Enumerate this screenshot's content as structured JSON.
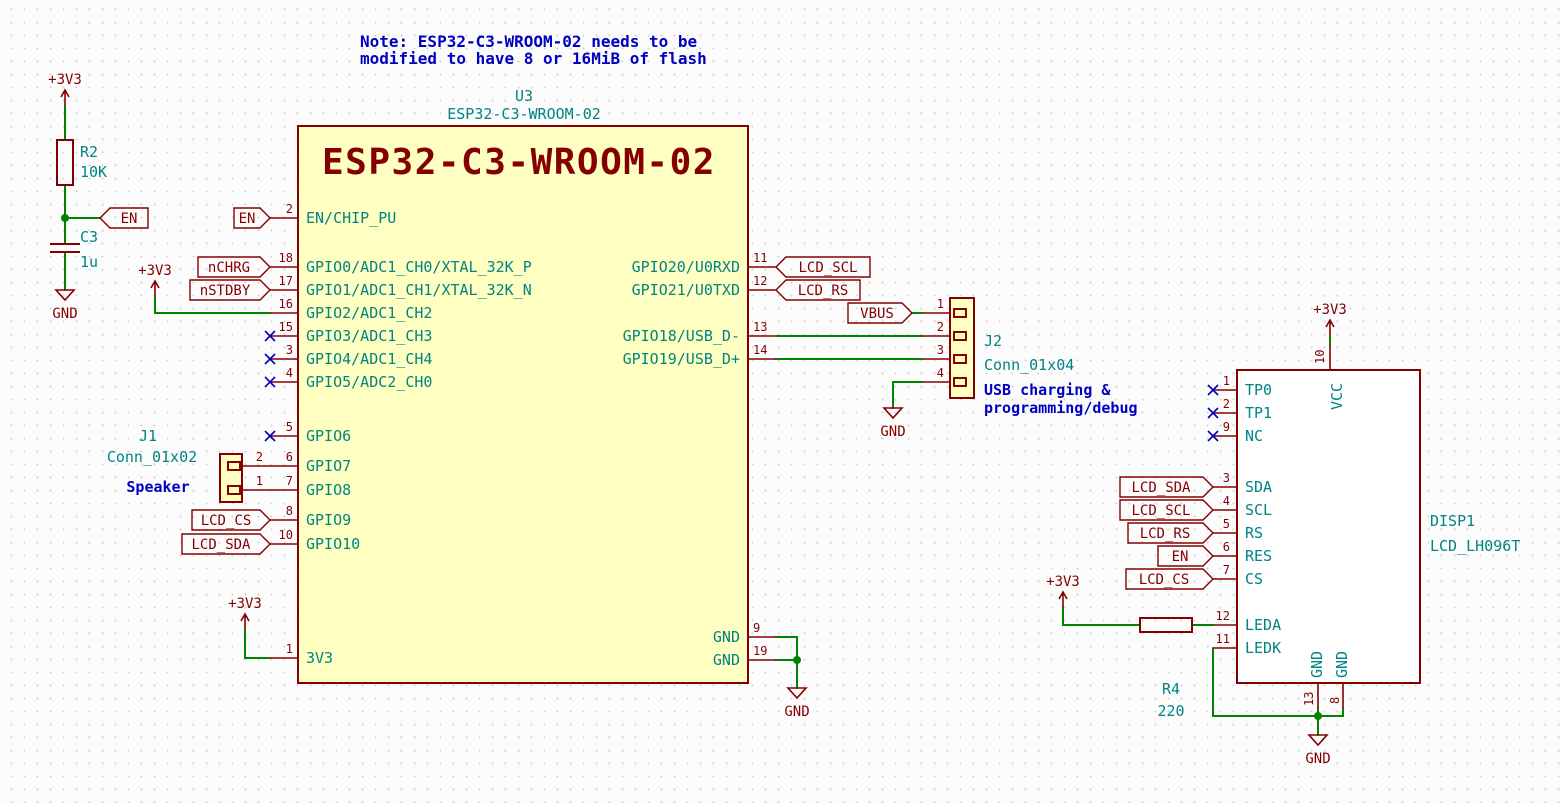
{
  "note": {
    "line1": "Note: ESP32-C3-WROOM-02 needs to be",
    "line2": "modified to have 8 or 16MiB of flash"
  },
  "power": {
    "p3v3": "+3V3",
    "gnd": "GND"
  },
  "nets": {
    "en": "EN",
    "nchrg": "nCHRG",
    "nstdby": "nSTDBY",
    "vbus": "VBUS",
    "lcd_scl": "LCD_SCL",
    "lcd_rs": "LCD_RS",
    "lcd_cs": "LCD_CS",
    "lcd_sda": "LCD_SDA"
  },
  "u3": {
    "ref": "U3",
    "value": "ESP32-C3-WROOM-02",
    "body_title": "ESP32-C3-WROOM-02",
    "left": [
      {
        "num": "2",
        "name": "EN/CHIP_PU"
      },
      {
        "num": "18",
        "name": "GPIO0/ADC1_CH0/XTAL_32K_P"
      },
      {
        "num": "17",
        "name": "GPIO1/ADC1_CH1/XTAL_32K_N"
      },
      {
        "num": "16",
        "name": "GPIO2/ADC1_CH2"
      },
      {
        "num": "15",
        "name": "GPIO3/ADC1_CH3"
      },
      {
        "num": "3",
        "name": "GPIO4/ADC1_CH4"
      },
      {
        "num": "4",
        "name": "GPIO5/ADC2_CH0"
      },
      {
        "num": "5",
        "name": "GPIO6"
      },
      {
        "num": "6",
        "name": "GPIO7"
      },
      {
        "num": "7",
        "name": "GPIO8"
      },
      {
        "num": "8",
        "name": "GPIO9"
      },
      {
        "num": "10",
        "name": "GPIO10"
      },
      {
        "num": "1",
        "name": "3V3"
      }
    ],
    "right": [
      {
        "num": "11",
        "name": "GPIO20/U0RXD"
      },
      {
        "num": "12",
        "name": "GPIO21/U0TXD"
      },
      {
        "num": "13",
        "name": "GPIO18/USB_D-"
      },
      {
        "num": "14",
        "name": "GPIO19/USB_D+"
      },
      {
        "num": "9",
        "name": "GND"
      },
      {
        "num": "19",
        "name": "GND"
      }
    ]
  },
  "j1": {
    "ref": "J1",
    "value": "Conn_01x02",
    "desc": "Speaker",
    "pins": [
      "2",
      "1"
    ]
  },
  "j2": {
    "ref": "J2",
    "value": "Conn_01x04",
    "desc1": "USB charging &",
    "desc2": "programming/debug",
    "pins": [
      "1",
      "2",
      "3",
      "4"
    ]
  },
  "r2": {
    "ref": "R2",
    "value": "10K"
  },
  "c3": {
    "ref": "C3",
    "value": "1u"
  },
  "r4": {
    "ref": "R4",
    "value": "220"
  },
  "disp1": {
    "ref": "DISP1",
    "value": "LCD_LH096T",
    "left": [
      {
        "num": "1",
        "name": "TP0"
      },
      {
        "num": "2",
        "name": "TP1"
      },
      {
        "num": "9",
        "name": "NC"
      },
      {
        "num": "3",
        "name": "SDA"
      },
      {
        "num": "4",
        "name": "SCL"
      },
      {
        "num": "5",
        "name": "RS"
      },
      {
        "num": "6",
        "name": "RES"
      },
      {
        "num": "7",
        "name": "CS"
      },
      {
        "num": "12",
        "name": "LEDA"
      },
      {
        "num": "11",
        "name": "LEDK"
      }
    ],
    "top": {
      "num": "10",
      "name": "VCC"
    },
    "bottom": [
      {
        "num": "13",
        "name": "GND"
      },
      {
        "num": "8",
        "name": "GND"
      }
    ]
  }
}
